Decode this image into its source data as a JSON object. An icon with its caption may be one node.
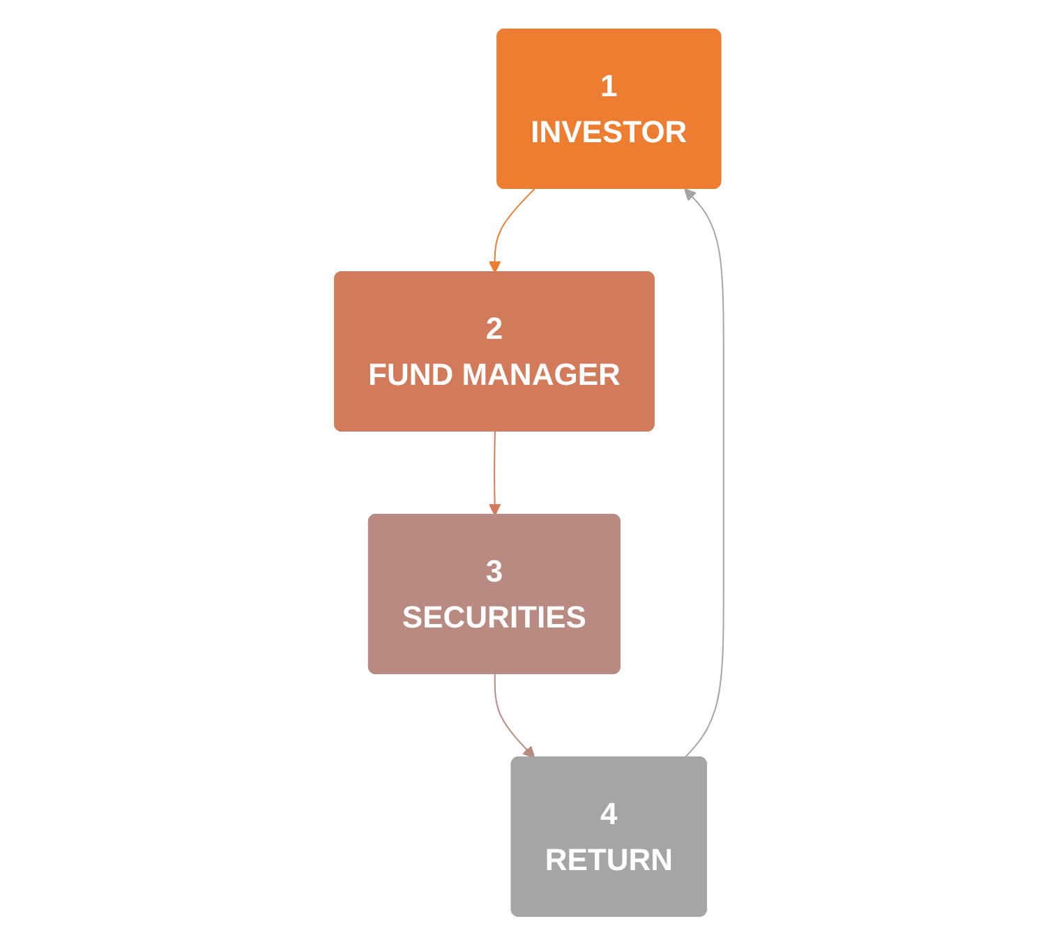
{
  "diagram": {
    "nodes": [
      {
        "text": [
          "1",
          "INVESTOR"
        ]
      },
      {
        "text": [
          "2",
          "FUND MANAGER"
        ]
      },
      {
        "text": [
          "3",
          "SECURITIES"
        ]
      },
      {
        "text": [
          "4",
          "RETURN"
        ]
      }
    ],
    "edges": [
      {
        "from": 0,
        "to": 1,
        "arrow": "to",
        "color": "#ed7d31"
      },
      {
        "from": 1,
        "to": 2,
        "arrow": "to",
        "color": "#d47b5c"
      },
      {
        "from": 2,
        "to": 3,
        "arrow": "to",
        "color": "#b98a82"
      },
      {
        "from": 3,
        "to": 0,
        "arrow": "to",
        "color": "#a5a5a5"
      }
    ]
  }
}
